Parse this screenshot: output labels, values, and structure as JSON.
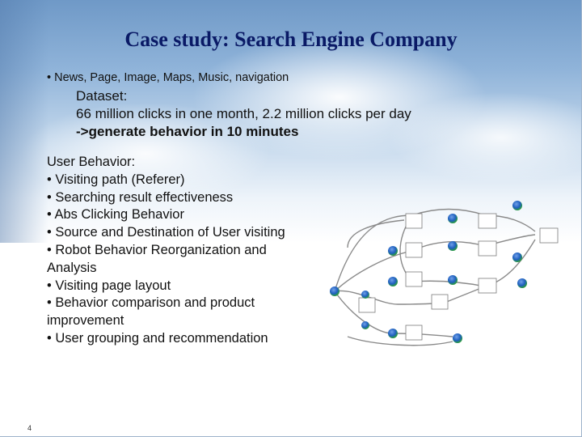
{
  "slide": {
    "title": "Case study: Search Engine Company",
    "top_bullet": "• News, Page, Image, Maps, Music, navigation",
    "dataset": {
      "label": "Dataset:",
      "line1": "66 million clicks in one month, 2.2 million clicks per day",
      "line2": "->generate behavior in 10 minutes"
    },
    "behavior": {
      "heading": "User Behavior:",
      "items": [
        "• Visiting path (Referer)",
        "• Searching result effectiveness",
        "• Abs Clicking Behavior",
        "• Source and Destination of User visiting",
        "• Robot Behavior Reorganization and",
        "Analysis",
        "• Visiting page layout",
        "• Behavior comparison and product",
        "improvement",
        "• User grouping and recommendation"
      ]
    },
    "page_number": "4"
  },
  "colors": {
    "title": "#0a1a66",
    "node_fill": "#1f5fbf",
    "node_glow": "#2a9d3a",
    "edge": "#8a8a8a"
  }
}
